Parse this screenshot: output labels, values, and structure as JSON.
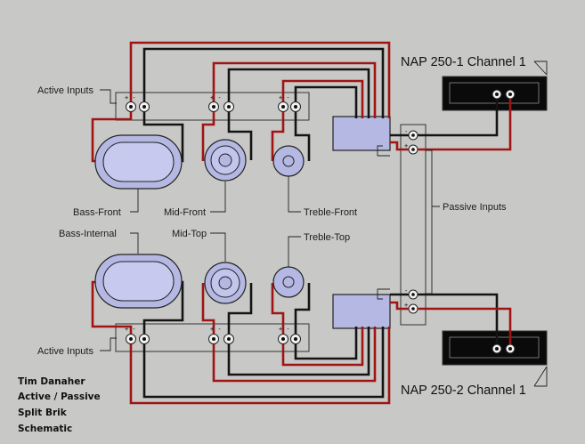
{
  "labels": {
    "active_inputs_top": "Active Inputs",
    "active_inputs_bottom": "Active Inputs",
    "bass_front": "Bass-Front",
    "mid_front": "Mid-Front",
    "treble_front": "Treble-Front",
    "bass_internal": "Bass-Internal",
    "mid_top": "Mid-Top",
    "treble_top": "Treble-Top",
    "passive_inputs": "Passive Inputs",
    "amp1": "NAP 250-1 Channel 1",
    "amp2": "NAP 250-2 Channel 1"
  },
  "signature": [
    "Tim Danaher",
    "Active / Passive",
    "Split Brik",
    "Schematic"
  ],
  "polarity": {
    "plus": "+",
    "minus": "-"
  },
  "colors": {
    "background": "#c8c8c6",
    "wire_positive": "#a01414",
    "wire_negative": "#141414",
    "driver_fill": "#b4b8e2",
    "amp_body": "#0a0a0a"
  }
}
